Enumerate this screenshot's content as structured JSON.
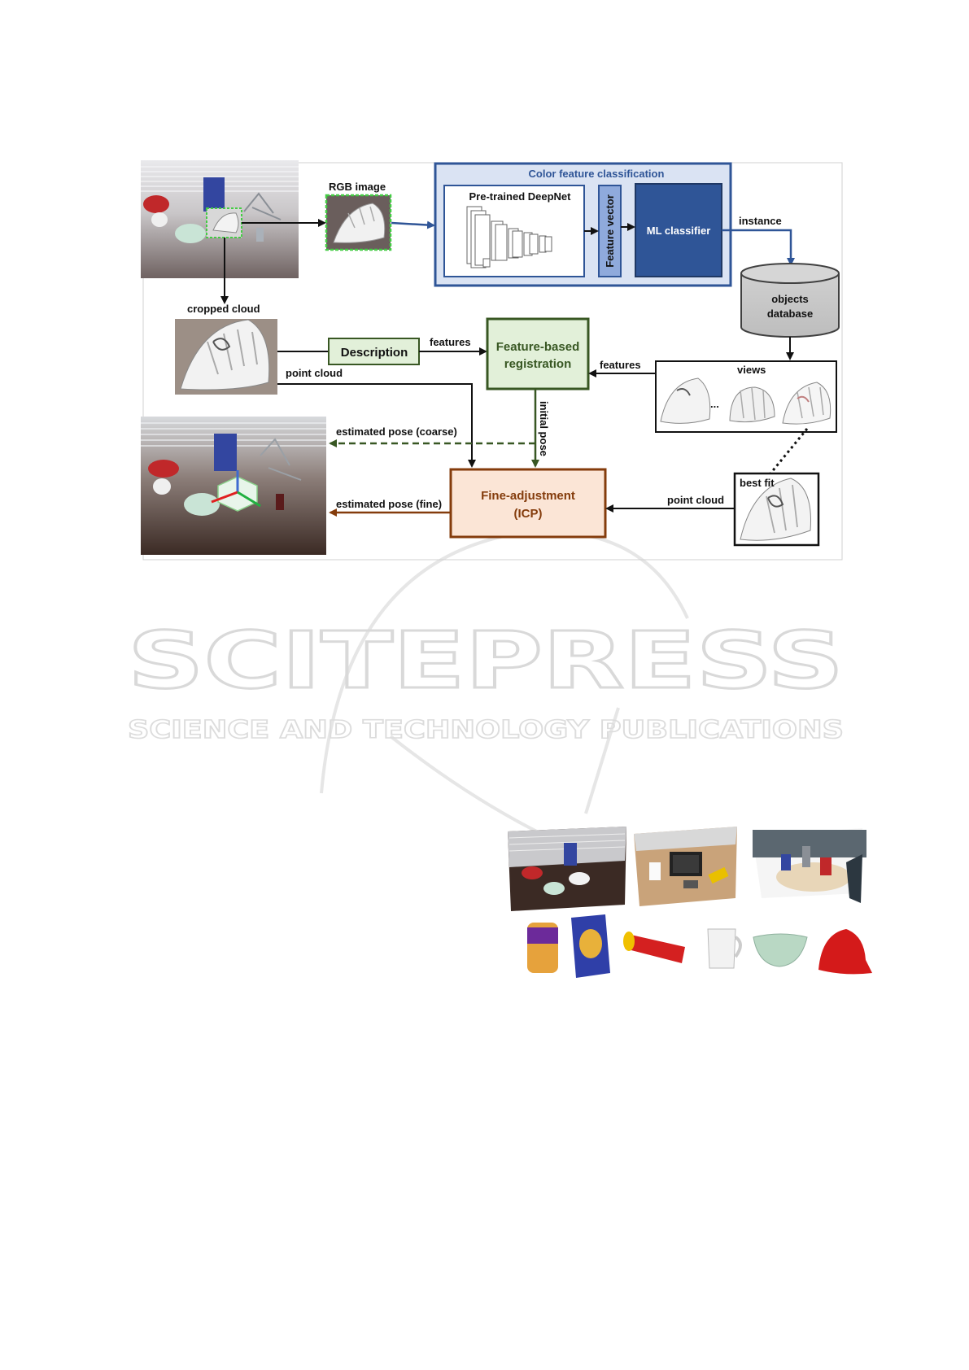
{
  "diagram": {
    "color_feature_title": "Color feature classification",
    "pretrained_label": "Pre-trained DeepNet",
    "feature_vector_label": "Feature vector",
    "ml_classifier_label": "ML classifier",
    "rgb_image_label": "RGB image",
    "instance_label": "instance",
    "objects_database_line1": "objects",
    "objects_database_line2": "database",
    "cropped_cloud_label": "cropped cloud",
    "description_label": "Description",
    "features_left_label": "features",
    "features_right_label": "features",
    "feature_based_line1": "Feature-based",
    "feature_based_line2": "registration",
    "views_label": "views",
    "views_ellipsis": "...",
    "point_cloud_left_label": "point cloud",
    "initial_pose_label": "initial pose",
    "estimated_pose_coarse_label": "estimated pose (coarse)",
    "estimated_pose_fine_label": "estimated pose (fine)",
    "fine_adjustment_line1": "Fine-adjustment",
    "fine_adjustment_line2": "(ICP)",
    "best_fit_label": "best fit",
    "point_cloud_right_label": "point cloud"
  },
  "watermark": {
    "main": "SCITEPRESS",
    "sub": "SCIENCE AND TECHNOLOGY PUBLICATIONS"
  },
  "colors": {
    "blue_accent": "#2f5597",
    "green_accent": "#385723",
    "brown_accent": "#843c0c"
  }
}
